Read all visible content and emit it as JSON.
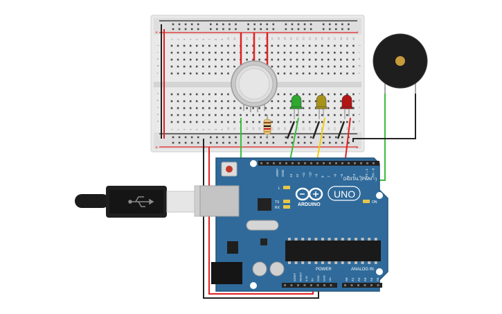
{
  "arduino": {
    "uno_text": "UNO",
    "brand_text": "ARDUINO",
    "digital_label": "DIGITAL (PWM ~)",
    "power_label": "POWER",
    "analog_label": "ANALOG IN",
    "on_label": "ON",
    "l_label": "L",
    "tx_label": "TX",
    "rx_label": "RX",
    "aref_label": "AREF",
    "gnd_label": "GND",
    "digital_pins": [
      "13",
      "12",
      "~11",
      "~10",
      "~9",
      "8",
      "7",
      "~6",
      "~5",
      "4",
      "~3",
      "2",
      "TX→1",
      "RX←0"
    ],
    "power_pins": [
      "IOREF",
      "RESET",
      "3.3V",
      "5V",
      "GND",
      "GND",
      "Vin"
    ],
    "analog_pins": [
      "A0",
      "A1",
      "A2",
      "A3",
      "A4",
      "A5"
    ]
  },
  "breadboard": {
    "row_letters_top": [
      "j",
      "i",
      "h",
      "g",
      "f"
    ],
    "row_letters_bottom": [
      "e",
      "d",
      "c",
      "b",
      "a"
    ],
    "column_numbers": [
      "1",
      "2",
      "3",
      "4",
      "5",
      "6",
      "7",
      "8",
      "9",
      "10",
      "11",
      "12",
      "13",
      "14",
      "15",
      "16",
      "17",
      "18",
      "19",
      "20",
      "21",
      "22",
      "23",
      "24",
      "25",
      "26",
      "27",
      "28",
      "29",
      "30"
    ],
    "plus_sign": "+",
    "minus_sign": "-"
  },
  "components": {
    "leds": [
      {
        "color": "#2ea82e",
        "name": "green"
      },
      {
        "color": "#a8921c",
        "name": "yellow"
      },
      {
        "color": "#b31414",
        "name": "red"
      }
    ],
    "gas_sensor": "gas-sensor",
    "resistor": "resistor",
    "buzzer": "piezo-buzzer",
    "usb_cable": "usb-cable"
  },
  "colors": {
    "board": "#2f6a9a",
    "breadboard": "#e9e9e9",
    "wire_red": "#e02020",
    "wire_black": "#222222",
    "wire_green": "#3dbb3d",
    "wire_yellow": "#f2cc0c"
  }
}
